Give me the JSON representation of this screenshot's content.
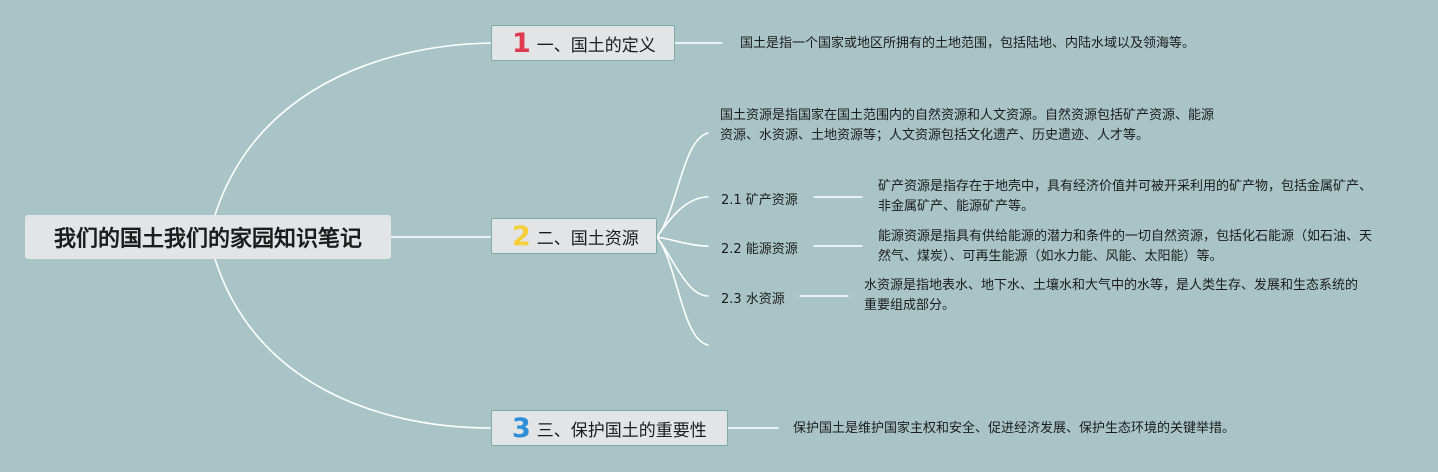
{
  "root": {
    "title": "我们的国土我们的家园知识笔记"
  },
  "branches": [
    {
      "number": "1",
      "label": "一、国土的定义",
      "number_color": "#e03a4e",
      "note": "国土是指一个国家或地区所拥有的土地范围，包括陆地、内陆水域以及领海等。"
    },
    {
      "number": "2",
      "label": "二、国土资源",
      "number_color": "#f5cf3a",
      "note": "国土资源是指国家在国土范围内的自然资源和人文资源。自然资源包括矿产资源、能源资源、水资源、土地资源等；人文资源包括文化遗产、历史遗迹、人才等。",
      "children": [
        {
          "label": "2.1 矿产资源",
          "note": "矿产资源是指存在于地壳中，具有经济价值并可被开采利用的矿产物，包括金属矿产、非金属矿产、能源矿产等。"
        },
        {
          "label": "2.2 能源资源",
          "note": "能源资源是指具有供给能源的潜力和条件的一切自然资源，包括化石能源（如石油、天然气、煤炭）、可再生能源（如水力能、风能、太阳能）等。"
        },
        {
          "label": "2.3 水资源",
          "note": "水资源是指地表水、地下水、土壤水和大气中的水等，是人类生存、发展和生态系统的重要组成部分。"
        }
      ]
    },
    {
      "number": "3",
      "label": "三、保护国土的重要性",
      "number_color": "#2f8fd9",
      "note": "保护国土是维护国家主权和安全、促进经济发展、保护生态环境的关键举措。"
    }
  ]
}
